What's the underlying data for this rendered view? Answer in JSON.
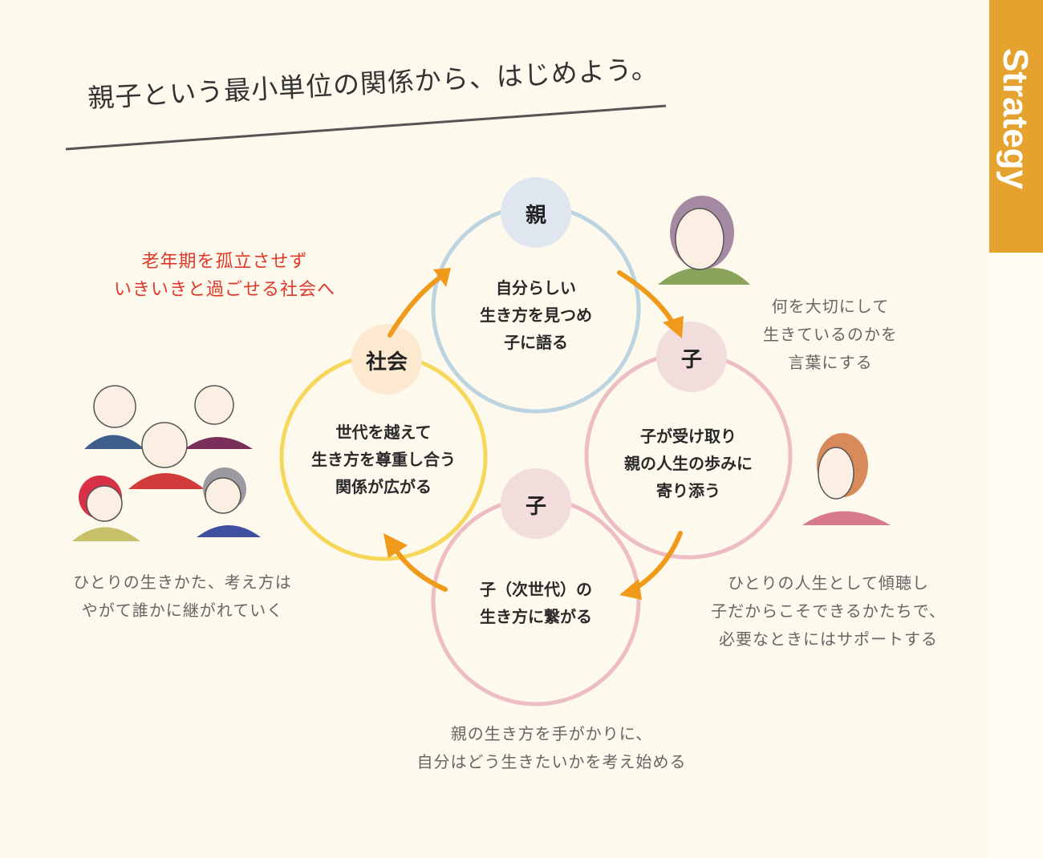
{
  "tab_label": "Strategy",
  "title": "親子という最小単位の関係から、はじめよう。",
  "nodes": {
    "parent": "親",
    "child_right": "子",
    "child_bottom": "子",
    "society": "社会"
  },
  "circles": {
    "parent": [
      "自分らしい",
      "生き方を見つめ",
      "子に語る"
    ],
    "child": [
      "子が受け取り",
      "親の人生の歩みに",
      "寄り添う"
    ],
    "next_gen": [
      "子（次世代）の",
      "生き方に繋がる"
    ],
    "society": [
      "世代を越えて",
      "生き方を尊重し合う",
      "関係が広がる"
    ]
  },
  "notes": {
    "goal": [
      "老年期を孤立させず",
      "いきいきと過ごせる社会へ"
    ],
    "parent": [
      "何を大切にして",
      "生きているのかを",
      "言葉にする"
    ],
    "child": [
      "ひとりの人生として傾聴し",
      "子だからこそできるかたちで、",
      "必要なときにはサポートする"
    ],
    "next_gen": [
      "親の生き方を手がかりに、",
      "自分はどう生きたいかを考え始める"
    ],
    "society": [
      "ひとりの生きかた、考え方は",
      "やがて誰かに継がれていく"
    ]
  },
  "colors": {
    "accent": "#e6a22e",
    "arrow": "#ef9a1a",
    "blue": "#bcd3e0",
    "pink": "#eebcc3",
    "yellow": "#f7d75a",
    "red": "#e0372a"
  }
}
